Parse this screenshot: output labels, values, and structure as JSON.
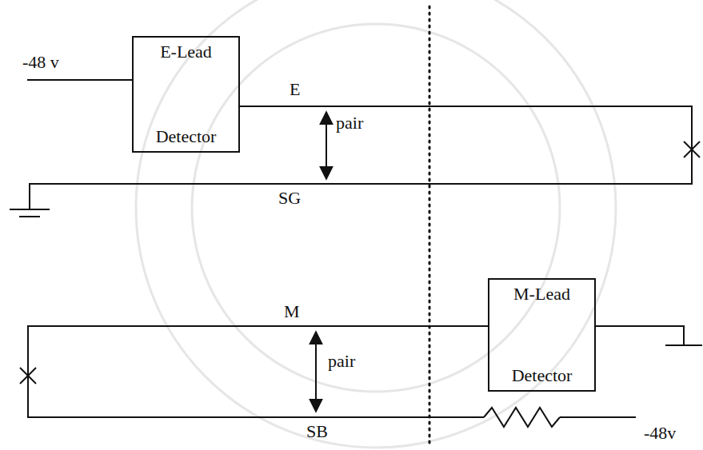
{
  "diagram": {
    "nodes": [
      {
        "text": [
          "E-Lead",
          "Detector"
        ]
      },
      {
        "text": [
          "M-Lead",
          "Detector"
        ]
      }
    ],
    "labels": [
      "-48 v",
      "E",
      "pair",
      "SG",
      "M",
      "pair",
      "SB",
      "-48v"
    ]
  }
}
